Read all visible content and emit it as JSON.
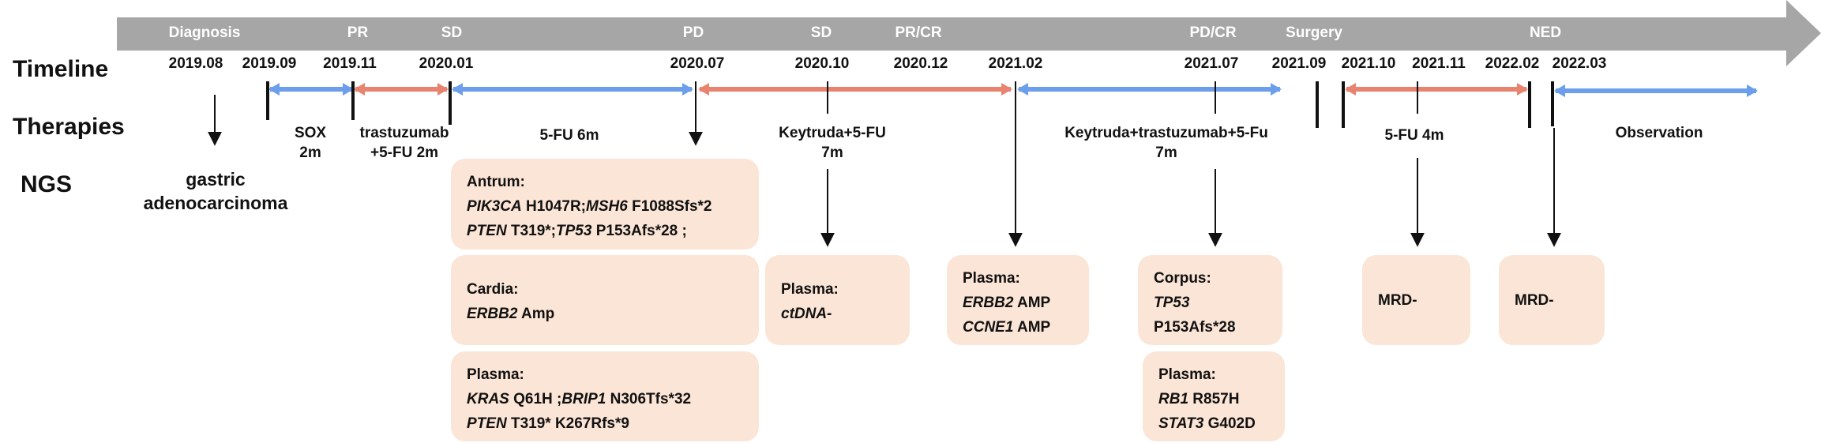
{
  "row_labels": {
    "timeline": "Timeline",
    "therapies": "Therapies",
    "ngs": "NGS"
  },
  "phases": [
    "Diagnosis",
    "PR",
    "SD",
    "PD",
    "SD",
    "PR/CR",
    "PD/CR",
    "Surgery",
    "NED"
  ],
  "dates": [
    "2019.08",
    "2019.09",
    "2019.11",
    "2020.01",
    "2020.07",
    "2020.10",
    "2020.12",
    "2021.02",
    "2021.07",
    "2021.09",
    "2021.10",
    "2021.11",
    "2022.02",
    "2022.03"
  ],
  "therapies": {
    "sox": [
      "SOX",
      "2m"
    ],
    "trastuzumab": [
      "trastuzumab",
      "+5-FU 2m"
    ],
    "fu6": [
      "5-FU 6m"
    ],
    "keytruda": [
      "Keytruda+5-FU",
      "7m"
    ],
    "keytruda_tras": [
      "Keytruda+trastuzumab+5-Fu",
      "7m"
    ],
    "fu4": [
      "5-FU 4m"
    ],
    "observation": [
      "Observation"
    ]
  },
  "diagnosis": [
    "gastric",
    "adenocarcinoma"
  ],
  "ngs": {
    "antrum": {
      "title": "Antrum:",
      "line1": [
        [
          "PIK3CA",
          " H1047R;"
        ],
        [
          "MSH6",
          " F1088Sfs*2"
        ]
      ],
      "line2": [
        [
          "PTEN",
          " T319*;"
        ],
        [
          "TP53",
          " P153Afs*28 ;"
        ]
      ]
    },
    "cardia": {
      "title": "Cardia:",
      "line1": [
        [
          "ERBB2",
          " Amp"
        ]
      ]
    },
    "plasma1": {
      "title": "Plasma:",
      "line1": [
        [
          "KRAS",
          " Q61H ;"
        ],
        [
          "BRIP1",
          " N306Tfs*32"
        ]
      ],
      "line2": [
        [
          "PTEN",
          " T319* K267Rfs*9"
        ]
      ]
    },
    "plasma2": {
      "title": "Plasma:",
      "line1": [
        [
          "ctDNA-",
          ""
        ]
      ]
    },
    "plasma3": {
      "title": "Plasma:",
      "line1": [
        [
          "ERBB2",
          " AMP"
        ]
      ],
      "line2": [
        [
          "CCNE1",
          " AMP"
        ]
      ]
    },
    "corpus": {
      "title": "Corpus:",
      "line1": [
        [
          "TP53",
          ""
        ]
      ],
      "line2": [
        [
          "",
          "P153Afs*28"
        ]
      ]
    },
    "plasma4": {
      "title": "Plasma:",
      "line1": [
        [
          "RB1",
          " R857H"
        ]
      ],
      "line2": [
        [
          "STAT3",
          " G402D"
        ]
      ]
    },
    "mrd1": {
      "title": "MRD-"
    },
    "mrd2": {
      "title": "MRD-"
    }
  },
  "colors": {
    "timeline_band": "#a6a6a6",
    "response_blue": "#6d9eeb",
    "response_red": "#e8836f",
    "box_fill": "#fbe5d6"
  }
}
